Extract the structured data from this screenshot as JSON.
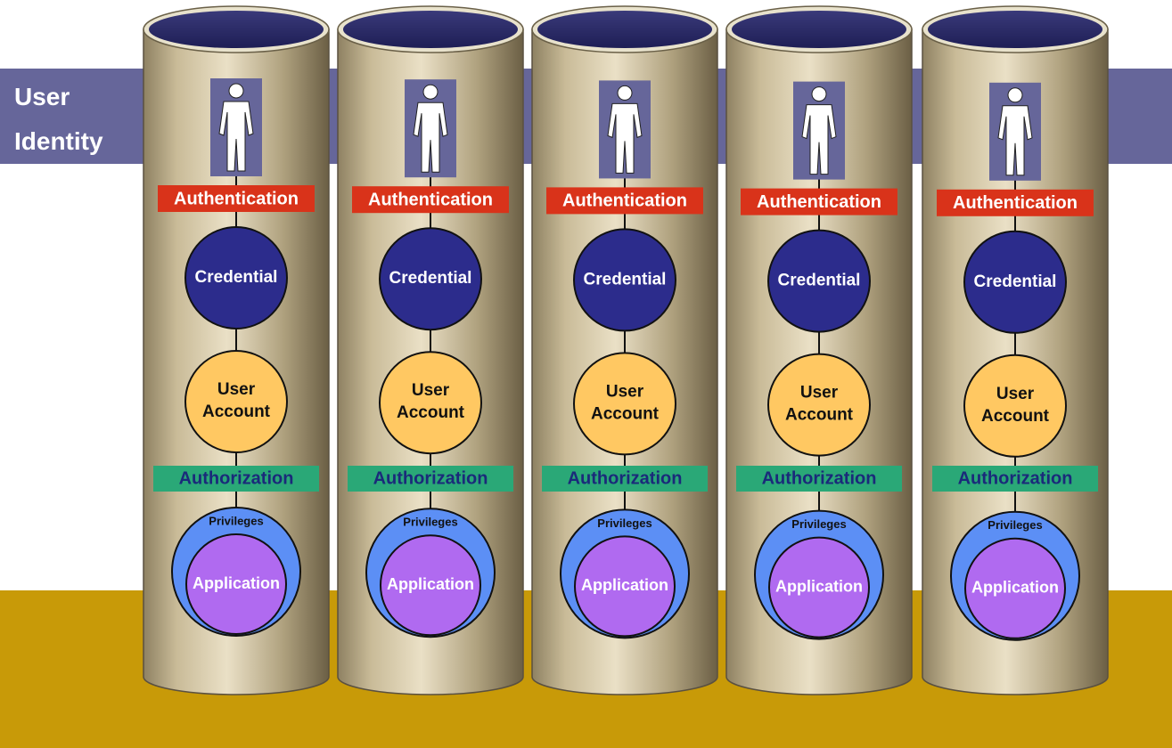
{
  "band": {
    "label_line1": "User",
    "label_line2": "Identity"
  },
  "pillar_labels": {
    "authentication": "Authentication",
    "credential": "Credential",
    "user_account_line1": "User",
    "user_account_line2": "Account",
    "authorization": "Authorization",
    "privileges": "Privileges",
    "application": "Application"
  },
  "pillar_count": 5,
  "colors": {
    "band": "#66669a",
    "base": "#c89a08",
    "authentication": "#d9331a",
    "credential": "#2c2c8c",
    "user_account": "#ffc862",
    "authorization": "#2aa877",
    "authorization_text": "#1a2a7a",
    "privileges": "#5c8ff5",
    "application": "#b06af0"
  }
}
